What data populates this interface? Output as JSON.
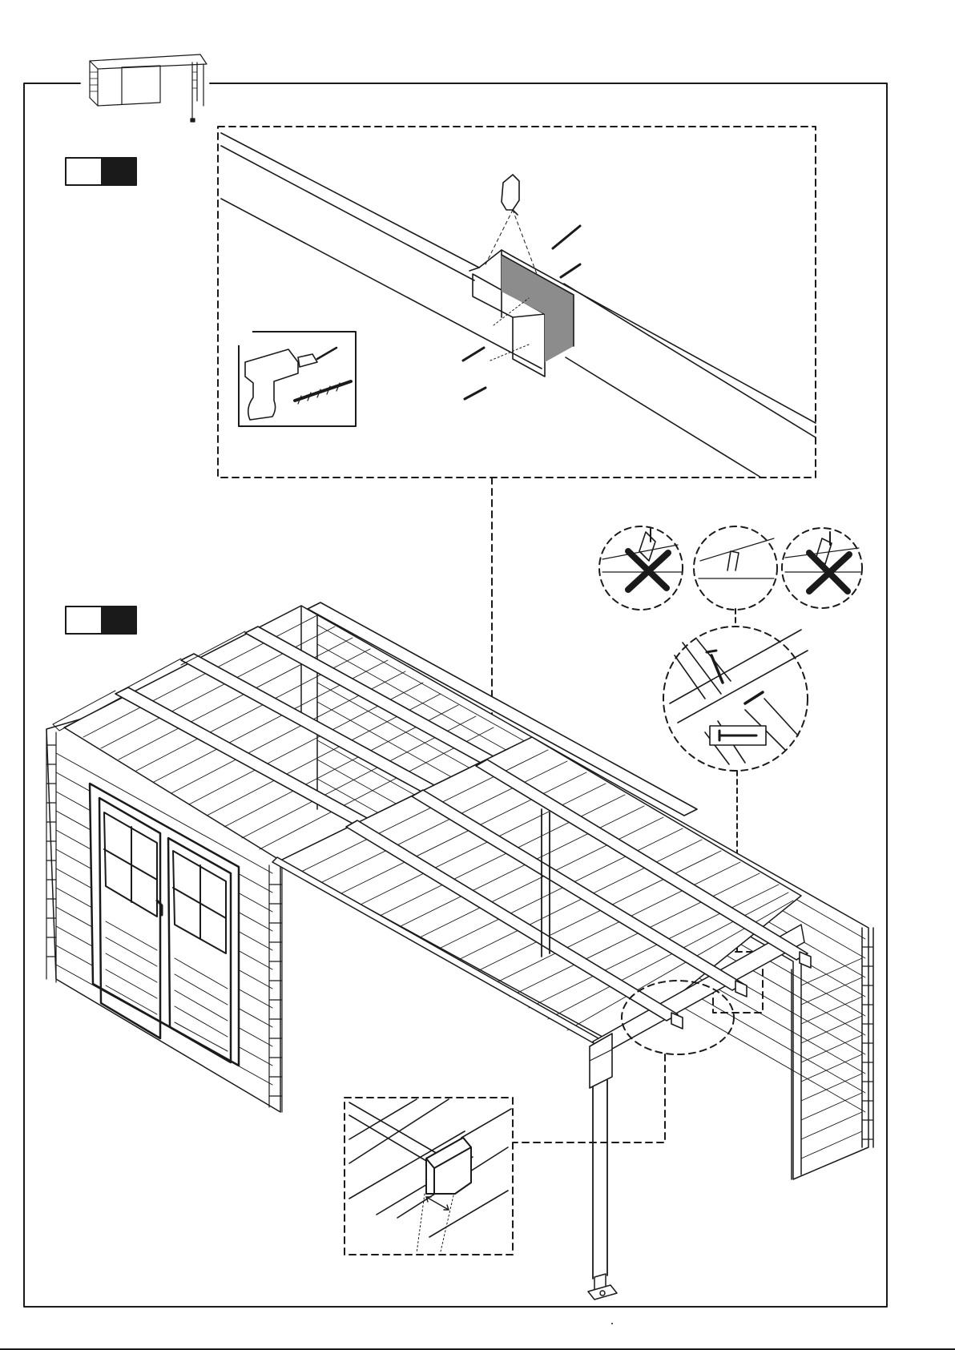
{
  "document": {
    "type": "assembly-instruction-page",
    "thumbnail_icon": "carport-shed-thumbnail-icon",
    "step_badges": [
      {
        "id": "step-badge-top",
        "icon": "step-badge-icon"
      },
      {
        "id": "step-badge-middle",
        "icon": "step-badge-icon"
      }
    ],
    "icons": [
      "drill-icon",
      "screw-icon",
      "nail-icon",
      "wrong-angle-cross-icon",
      "correct-angle-icon",
      "magnifier-detail-icon"
    ],
    "colors": {
      "ink": "#1a1a1a",
      "plate_grey": "#8c8c8c",
      "paper": "#ffffff"
    }
  }
}
